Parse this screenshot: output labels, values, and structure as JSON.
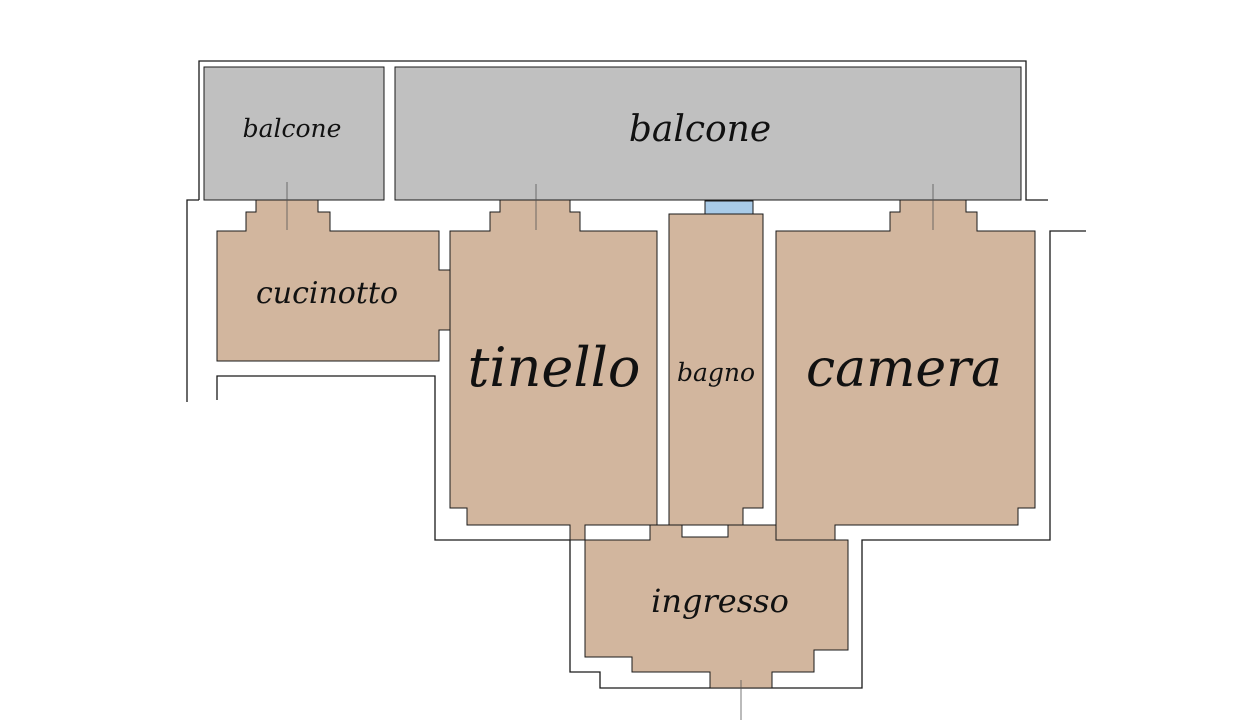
{
  "colors": {
    "background": "#ffffff",
    "room_fill": "#d2b69e",
    "balcony_fill": "#c0c0c0",
    "window_fill": "#a9cbe8",
    "wall_stroke": "#1a1a1a",
    "label_color": "#111111"
  },
  "rooms": {
    "balcone_small": {
      "label": "balcone"
    },
    "balcone_large": {
      "label": "balcone"
    },
    "cucinotto": {
      "label": "cucinotto"
    },
    "tinello": {
      "label": "tinello"
    },
    "bagno": {
      "label": "bagno"
    },
    "camera": {
      "label": "camera"
    },
    "ingresso": {
      "label": "ingresso"
    }
  }
}
